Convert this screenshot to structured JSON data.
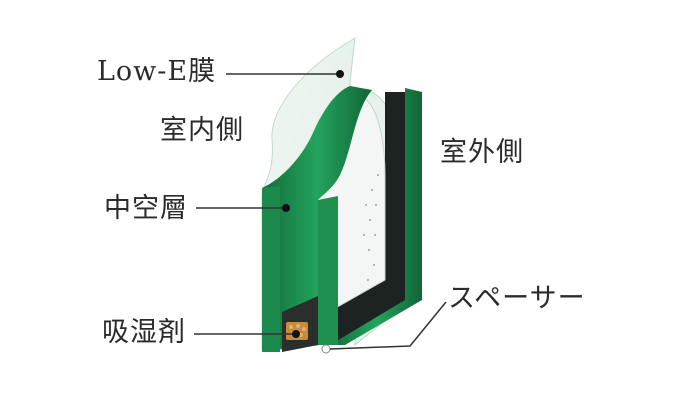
{
  "labels": {
    "low_e": "Low-E膜",
    "indoor": "室内側",
    "outdoor": "室外側",
    "air_layer": "中空層",
    "spacer": "スペーサー",
    "desiccant": "吸湿剤"
  },
  "colors": {
    "glass_edge": "#1e8a4e",
    "glass_edge_dark": "#0f5a30",
    "spacer_dark": "#1e2320",
    "desiccant": "#c98a3a",
    "leader": "#333333",
    "text": "#2b2b2b"
  }
}
